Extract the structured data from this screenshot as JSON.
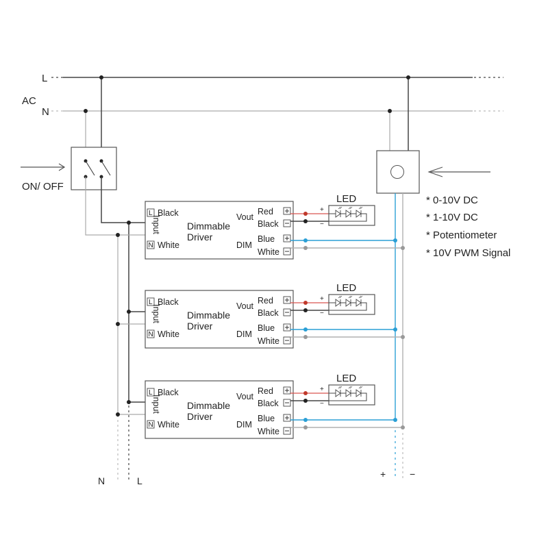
{
  "mains": {
    "line_label": "L",
    "neutral_label": "N",
    "ac_label": "AC"
  },
  "switch": {
    "label": "ON/ OFF"
  },
  "dimmer": {
    "options": [
      "* 0-10V DC",
      "* 1-10V DC",
      "* Potentiometer",
      "* 10V PWM Signal"
    ]
  },
  "drivers": [
    {
      "title_line1": "Dimmable",
      "title_line2": "Driver",
      "input_label": "Input",
      "l_terminal": "L",
      "n_terminal": "N",
      "l_wire": "Black",
      "n_wire": "White",
      "vout_label": "Vout",
      "dim_label": "DIM",
      "vout_pos_wire": "Red",
      "vout_neg_wire": "Black",
      "dim_pos_wire": "Blue",
      "dim_neg_wire": "White",
      "plus": "+",
      "minus": "−",
      "led_label": "LED"
    },
    {
      "title_line1": "Dimmable",
      "title_line2": "Driver",
      "input_label": "Input",
      "l_terminal": "L",
      "n_terminal": "N",
      "l_wire": "Black",
      "n_wire": "White",
      "vout_label": "Vout",
      "dim_label": "DIM",
      "vout_pos_wire": "Red",
      "vout_neg_wire": "Black",
      "dim_pos_wire": "Blue",
      "dim_neg_wire": "White",
      "plus": "+",
      "minus": "−",
      "led_label": "LED"
    },
    {
      "title_line1": "Dimmable",
      "title_line2": "Driver",
      "input_label": "Input",
      "l_terminal": "L",
      "n_terminal": "N",
      "l_wire": "Black",
      "n_wire": "White",
      "vout_label": "Vout",
      "dim_label": "DIM",
      "vout_pos_wire": "Red",
      "vout_neg_wire": "Black",
      "dim_pos_wire": "Blue",
      "dim_neg_wire": "White",
      "plus": "+",
      "minus": "−",
      "led_label": "LED"
    }
  ],
  "bottom": {
    "n_label": "N",
    "l_label": "L",
    "plus_label": "+",
    "minus_label": "−"
  },
  "colors": {
    "red_wire": "#d9534f",
    "blue_wire": "#2a9fd6",
    "grey_wire": "#b0b0b0",
    "dark_wire": "#444444"
  }
}
